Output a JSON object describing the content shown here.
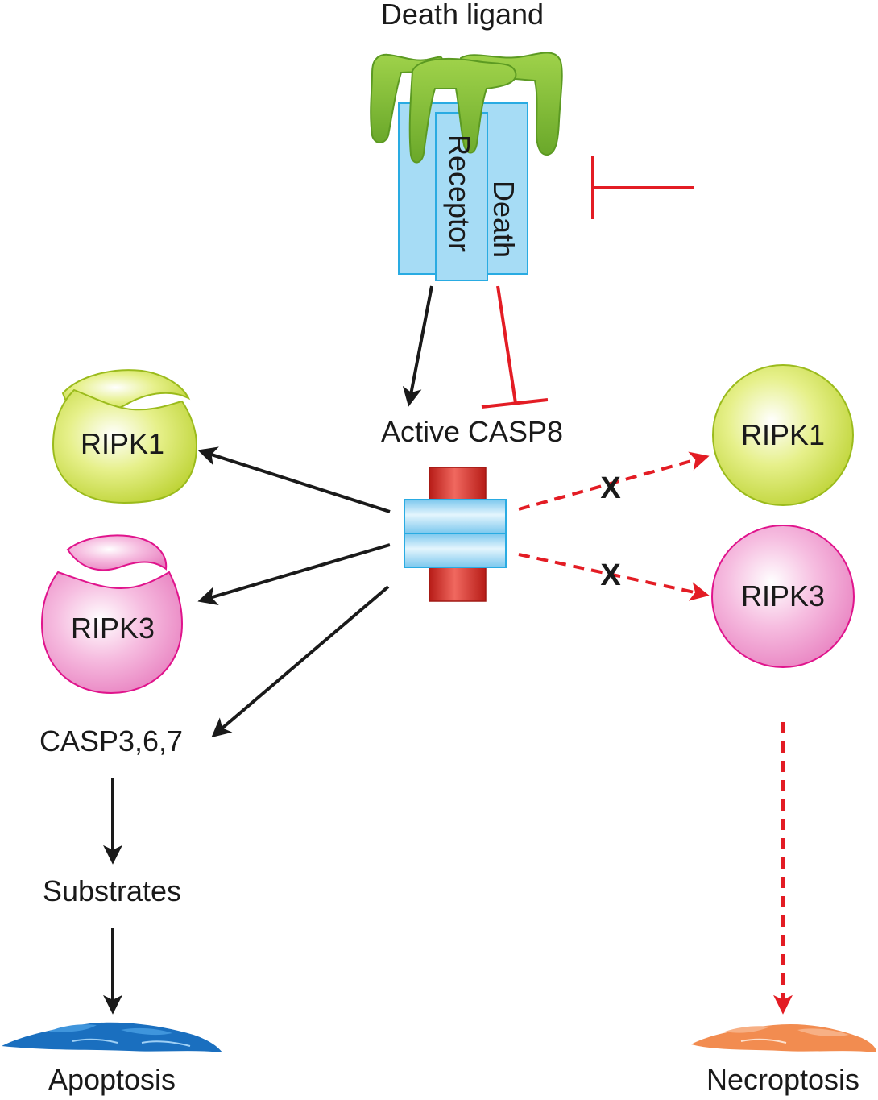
{
  "labels": {
    "death_ligand": "Death ligand",
    "death": "Death",
    "receptor": "Receptor",
    "active_casp8": "Active CASP8",
    "ripk1_left": "RIPK1",
    "ripk3_left": "RIPK3",
    "ripk1_right": "RIPK1",
    "ripk3_right": "RIPK3",
    "casp367": "CASP3,6,7",
    "substrates": "Substrates",
    "apoptosis": "Apoptosis",
    "necroptosis": "Necroptosis",
    "blocked_mark_1": "X",
    "blocked_mark_2": "X"
  },
  "colors": {
    "ligand_green": "#8cc63f",
    "receptor_blue": "#a6dcf5",
    "receptor_stroke": "#29abe2",
    "ripk1_yellow": "#c8dc3c",
    "ripk3_pink": "#ee82c4",
    "casp8_red": "#e0302a",
    "activation_black": "#1a1a1a",
    "inhibition_red": "#e31c24",
    "apoptosis_blue": "#1a6fbf",
    "necroptosis_orange": "#f28c50"
  },
  "icons": {
    "ligand": "death-ligand-trimer-icon",
    "receptor": "death-receptor-icon",
    "casp8": "casp8-dimer-icon",
    "apoptosis": "apoptotic-cell-icon",
    "necroptosis": "necroptotic-cell-icon"
  }
}
